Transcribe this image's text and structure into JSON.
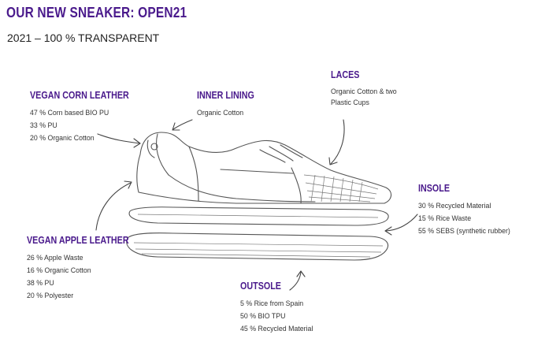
{
  "header": {
    "title": "OUR NEW SNEAKER: OPEN21",
    "subtitle": "2021 – 100 % TRANSPARENT"
  },
  "callouts": {
    "vegan_corn": {
      "heading": "VEGAN CORN LEATHER",
      "lines": [
        "47 % Corn based BIO PU",
        "33 % PU",
        "20 % Organic Cotton"
      ]
    },
    "inner_lining": {
      "heading": "INNER LINING",
      "lines": [
        "Organic Cotton"
      ]
    },
    "laces": {
      "heading": "LACES",
      "lines": [
        "Organic Cotton & two",
        "Plastic Cups"
      ]
    },
    "insole": {
      "heading": "INSOLE",
      "lines": [
        "30 % Recycled Material",
        "15 % Rice Waste",
        "55 % SEBS (synthetic rubber)"
      ]
    },
    "vegan_apple": {
      "heading": "VEGAN APPLE LEATHER",
      "lines": [
        "26 % Apple Waste",
        "16 % Organic Cotton",
        "38 % PU",
        "20 % Polyester"
      ]
    },
    "outsole": {
      "heading": "OUTSOLE",
      "lines": [
        "5 % Rice from Spain",
        "50 % BIO TPU",
        "45 % Recycled Material"
      ]
    }
  },
  "colors": {
    "heading": "#4a1a8c",
    "text": "#333333",
    "sketch": "#555555"
  }
}
